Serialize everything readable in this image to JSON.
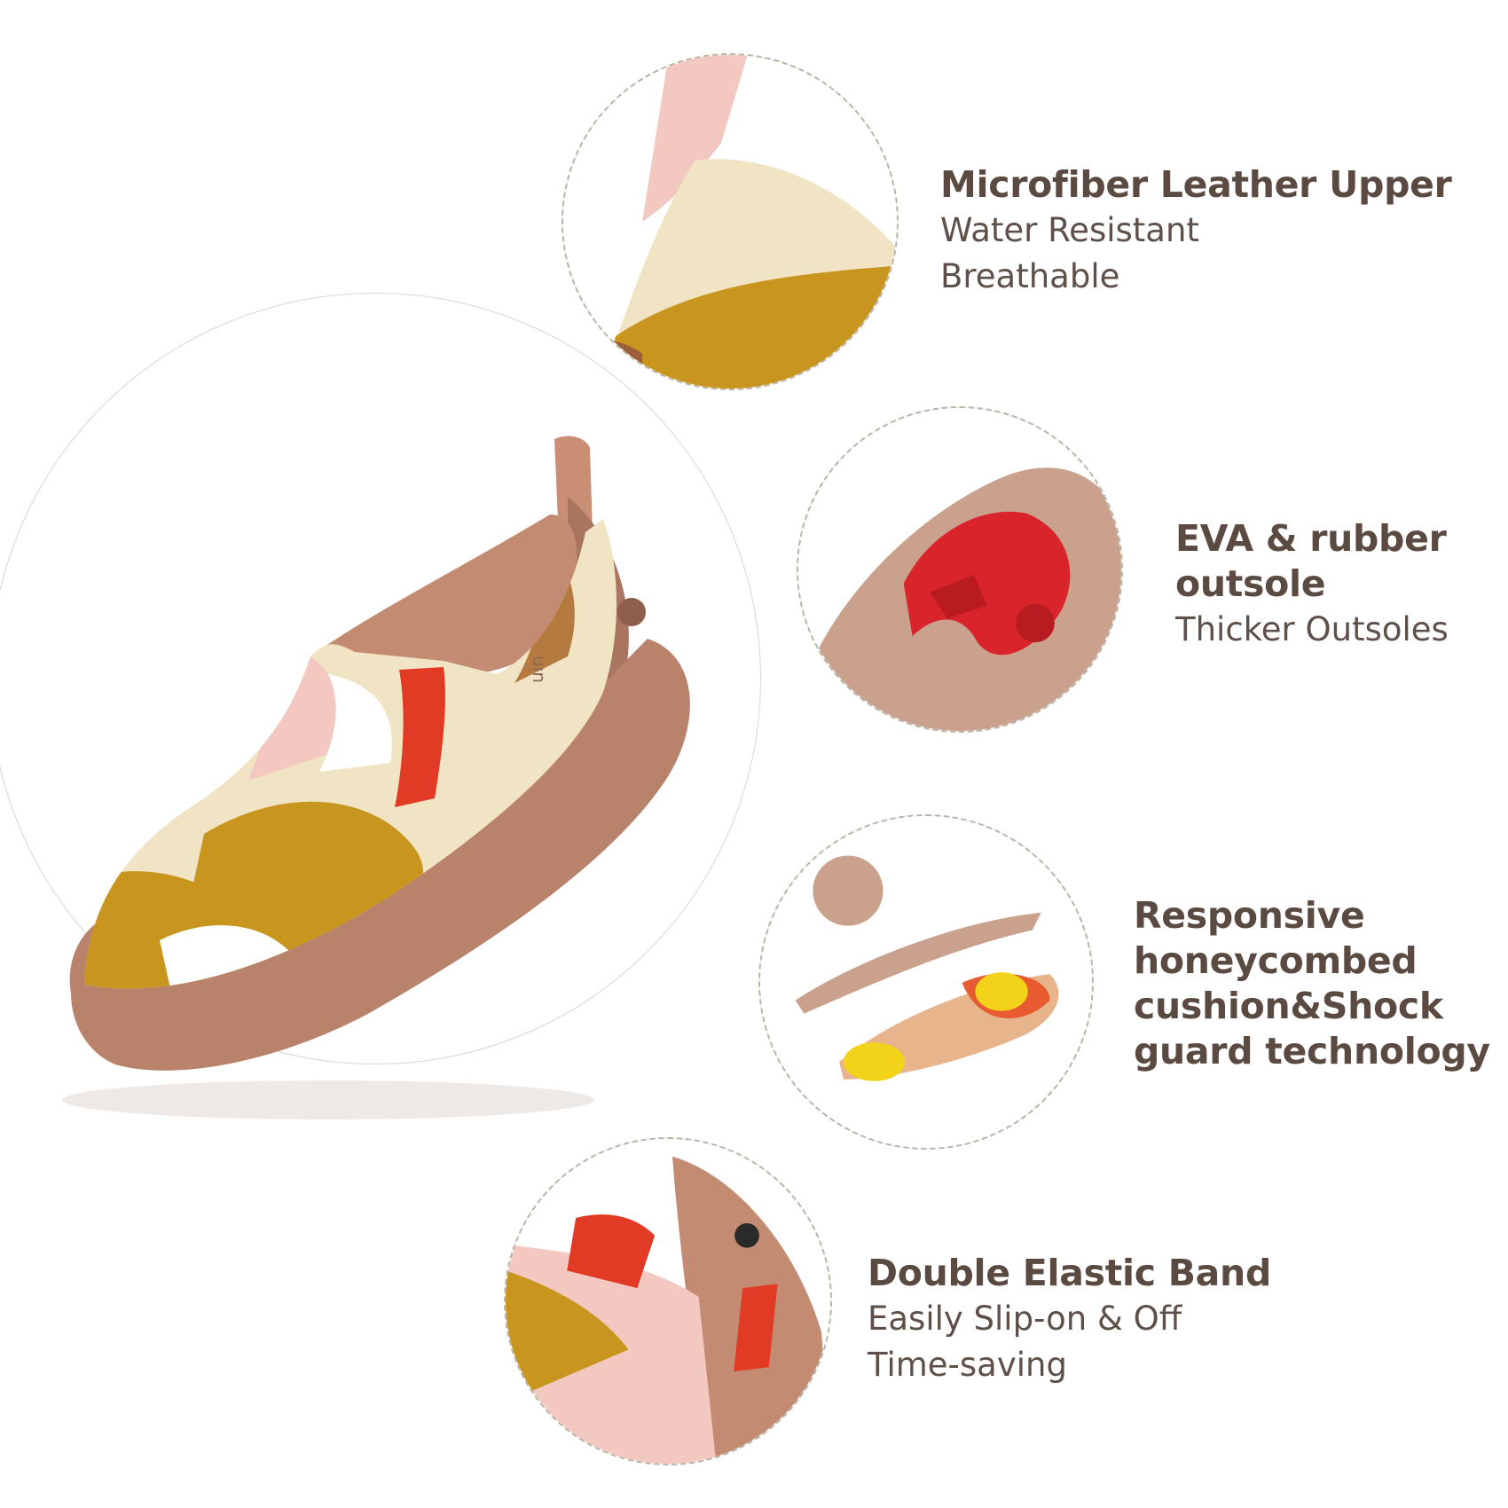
{
  "features": [
    {
      "title": "Microfiber Leather Upper",
      "lines": [
        "Water Resistant",
        "Breathable"
      ]
    },
    {
      "title": "EVA & rubber\noutsole",
      "lines": [
        "Thicker Outsoles"
      ]
    },
    {
      "title": "Responsive\nhoneycombed\ncushion&Shock\nguard technology",
      "lines": []
    },
    {
      "title": "Double Elastic Band",
      "lines": [
        "Easily Slip-on & Off",
        "Time-saving"
      ]
    }
  ],
  "brand": "uin",
  "colors": {
    "text": "#5a4a41",
    "sole": "#b9826a",
    "mustard": "#c8961e",
    "cream": "#f1e4c4",
    "pink": "#f2c8c0",
    "red": "#e23b25",
    "outsole_red": "#d8242a",
    "insole_yellow": "#f2d21a"
  },
  "icons": [
    "shoe-illustration",
    "leather-detail",
    "outsole-detail",
    "insole-detail",
    "elastic-band-detail"
  ]
}
